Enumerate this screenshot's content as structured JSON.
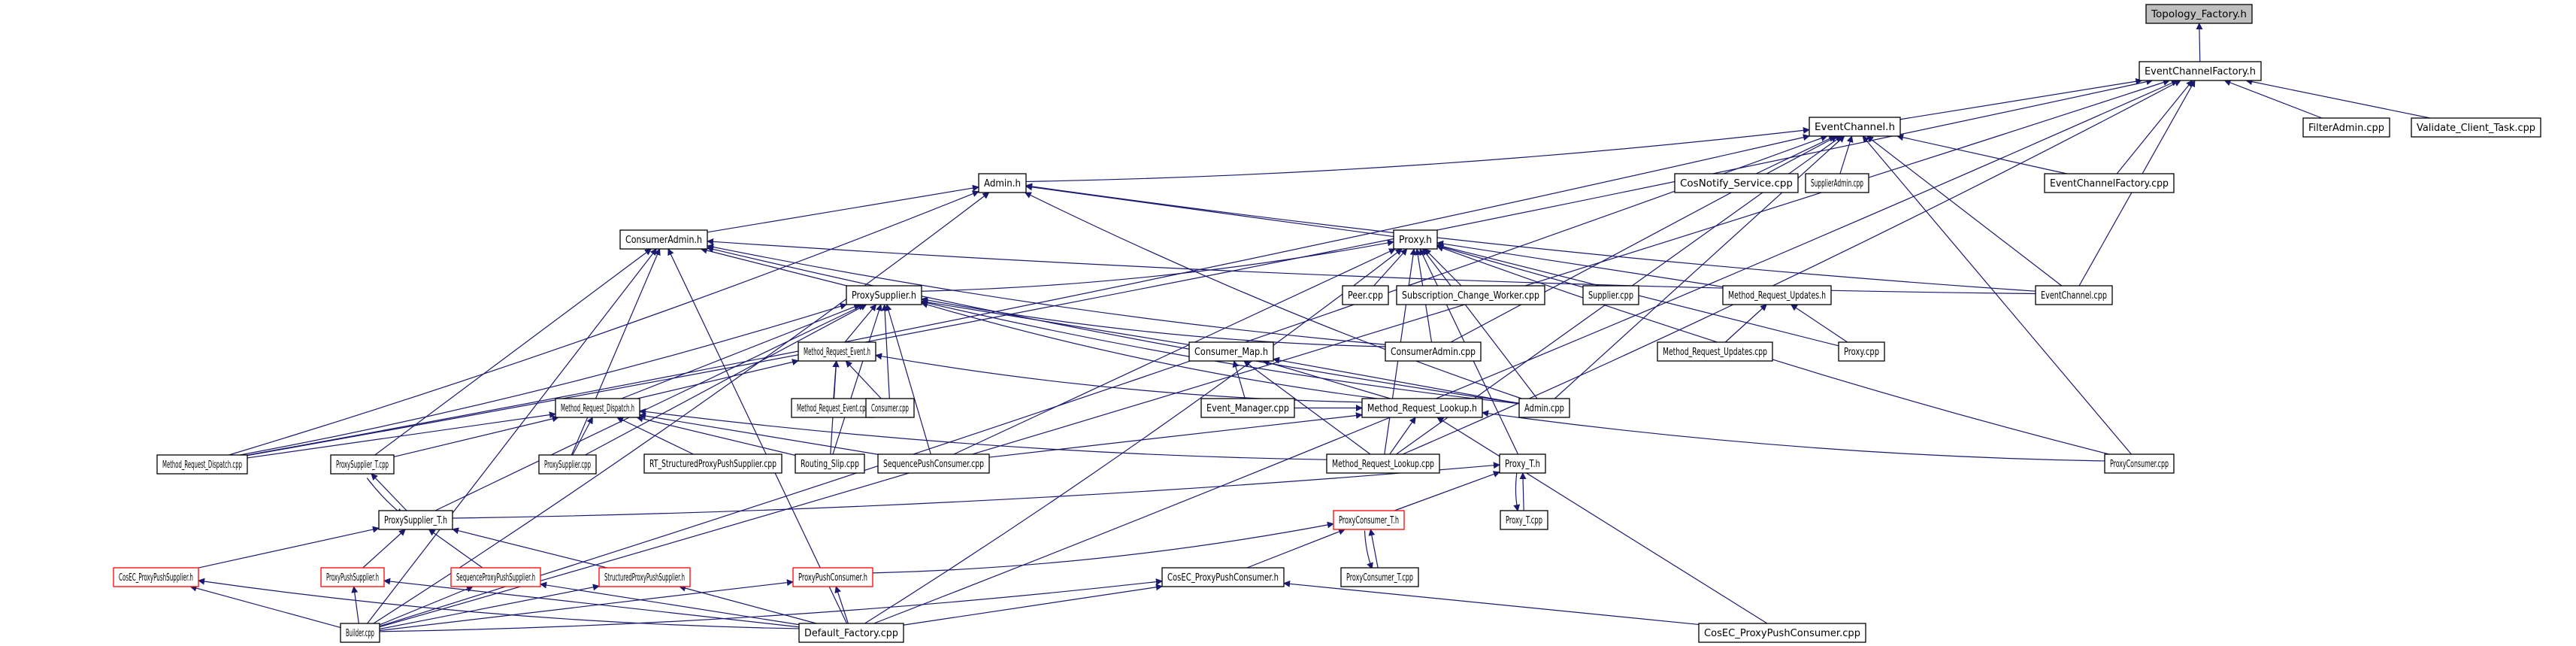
{
  "diagram": {
    "type": "include-dependency-graph",
    "edge_color": "#191970",
    "highlight_border_color": "#ff0000",
    "root_fill_color": "#bfbfbf",
    "nodes": [
      {
        "id": "topology_factory_h",
        "label": "Topology_Factory.h",
        "style": "root"
      },
      {
        "id": "eventchannelfactory_h",
        "label": "EventChannelFactory.h"
      },
      {
        "id": "eventchannel_h",
        "label": "EventChannel.h"
      },
      {
        "id": "filteradmin_cpp",
        "label": "FilterAdmin.cpp"
      },
      {
        "id": "validate_client_task_cpp",
        "label": "Validate_Client_Task.cpp"
      },
      {
        "id": "admin_h",
        "label": "Admin.h"
      },
      {
        "id": "cosnotify_service_cpp",
        "label": "CosNotify_Service.cpp"
      },
      {
        "id": "supplieradmin_cpp",
        "label": "SupplierAdmin.cpp"
      },
      {
        "id": "eventchannelfactory_cpp",
        "label": "EventChannelFactory.cpp"
      },
      {
        "id": "consumeradmin_h",
        "label": "ConsumerAdmin.h"
      },
      {
        "id": "proxy_h",
        "label": "Proxy.h"
      },
      {
        "id": "peer_cpp",
        "label": "Peer.cpp"
      },
      {
        "id": "subscription_change_worker_cpp",
        "label": "Subscription_Change_Worker.cpp"
      },
      {
        "id": "supplier_cpp",
        "label": "Supplier.cpp"
      },
      {
        "id": "method_request_updates_h",
        "label": "Method_Request_Updates.h"
      },
      {
        "id": "eventchannel_cpp",
        "label": "EventChannel.cpp"
      },
      {
        "id": "proxysupplier_h",
        "label": "ProxySupplier.h"
      },
      {
        "id": "consumeradmin_cpp",
        "label": "ConsumerAdmin.cpp"
      },
      {
        "id": "method_request_updates_cpp",
        "label": "Method_Request_Updates.cpp"
      },
      {
        "id": "proxy_cpp",
        "label": "Proxy.cpp"
      },
      {
        "id": "method_request_event_h",
        "label": "Method_Request_Event.h"
      },
      {
        "id": "consumer_map_h",
        "label": "Consumer_Map.h"
      },
      {
        "id": "method_request_event_cpp",
        "label": "Method_Request_Event.cpp"
      },
      {
        "id": "consumer_cpp",
        "label": "Consumer.cpp"
      },
      {
        "id": "event_manager_cpp",
        "label": "Event_Manager.cpp"
      },
      {
        "id": "admin_cpp",
        "label": "Admin.cpp"
      },
      {
        "id": "method_request_dispatch_h",
        "label": "Method_Request_Dispatch.h"
      },
      {
        "id": "method_request_lookup_h",
        "label": "Method_Request_Lookup.h"
      },
      {
        "id": "method_request_dispatch_cpp",
        "label": "Method_Request_Dispatch.cpp"
      },
      {
        "id": "proxysupplier_t_cpp",
        "label": "ProxySupplier_T.cpp"
      },
      {
        "id": "proxysupplier_cpp",
        "label": "ProxySupplier.cpp"
      },
      {
        "id": "rt_structuredproxypushsupplier_cpp",
        "label": "RT_StructuredProxyPushSupplier.cpp"
      },
      {
        "id": "routing_slip_cpp",
        "label": "Routing_Slip.cpp"
      },
      {
        "id": "sequencepushconsumer_cpp",
        "label": "SequencePushConsumer.cpp"
      },
      {
        "id": "method_request_lookup_cpp",
        "label": "Method_Request_Lookup.cpp"
      },
      {
        "id": "proxy_t_h",
        "label": "Proxy_T.h"
      },
      {
        "id": "proxyconsumer_cpp",
        "label": "ProxyConsumer.cpp"
      },
      {
        "id": "proxysupplier_t_h",
        "label": "ProxySupplier_T.h"
      },
      {
        "id": "proxyconsumer_t_h",
        "label": "ProxyConsumer_T.h",
        "style": "red"
      },
      {
        "id": "proxy_t_cpp",
        "label": "Proxy_T.cpp"
      },
      {
        "id": "cosec_proxypushsupplier_h",
        "label": "CosEC_ProxyPushSupplier.h",
        "style": "red"
      },
      {
        "id": "proxypushsupplier_h",
        "label": "ProxyPushSupplier.h",
        "style": "red"
      },
      {
        "id": "sequenceproxypushsupplier_h",
        "label": "SequenceProxyPushSupplier.h",
        "style": "red"
      },
      {
        "id": "structuredproxypushsupplier_h",
        "label": "StructuredProxyPushSupplier.h",
        "style": "red"
      },
      {
        "id": "proxypushconsumer_h",
        "label": "ProxyPushConsumer.h",
        "style": "red"
      },
      {
        "id": "cosec_proxypushconsumer_h",
        "label": "CosEC_ProxyPushConsumer.h"
      },
      {
        "id": "proxyconsumer_t_cpp",
        "label": "ProxyConsumer_T.cpp"
      },
      {
        "id": "builder_cpp",
        "label": "Builder.cpp"
      },
      {
        "id": "default_factory_cpp",
        "label": "Default_Factory.cpp"
      },
      {
        "id": "cosec_proxypushconsumer_cpp",
        "label": "CosEC_ProxyPushConsumer.cpp"
      }
    ],
    "edges": [
      [
        "eventchannelfactory_h",
        "topology_factory_h"
      ],
      [
        "eventchannel_h",
        "eventchannelfactory_h"
      ],
      [
        "filteradmin_cpp",
        "eventchannelfactory_h"
      ],
      [
        "validate_client_task_cpp",
        "eventchannelfactory_h"
      ],
      [
        "eventchannelfactory_cpp",
        "eventchannelfactory_h"
      ],
      [
        "eventchannel_cpp",
        "eventchannelfactory_h"
      ],
      [
        "builder_cpp",
        "eventchannelfactory_h"
      ],
      [
        "default_factory_cpp",
        "eventchannelfactory_h"
      ],
      [
        "method_request_lookup_cpp",
        "eventchannelfactory_h"
      ],
      [
        "method_request_dispatch_cpp",
        "eventchannelfactory_h"
      ],
      [
        "admin_h",
        "eventchannel_h"
      ],
      [
        "cosnotify_service_cpp",
        "eventchannel_h"
      ],
      [
        "supplieradmin_cpp",
        "eventchannel_h"
      ],
      [
        "eventchannelfactory_cpp",
        "eventchannel_h"
      ],
      [
        "eventchannel_cpp",
        "eventchannel_h"
      ],
      [
        "proxyconsumer_cpp",
        "eventchannel_h"
      ],
      [
        "consumeradmin_cpp",
        "eventchannel_h"
      ],
      [
        "admin_cpp",
        "eventchannel_h"
      ],
      [
        "method_request_lookup_cpp",
        "eventchannel_h"
      ],
      [
        "method_request_dispatch_cpp",
        "eventchannel_h"
      ],
      [
        "builder_cpp",
        "eventchannel_h"
      ],
      [
        "consumeradmin_h",
        "admin_h"
      ],
      [
        "proxy_h",
        "admin_h"
      ],
      [
        "admin_cpp",
        "admin_h"
      ],
      [
        "eventchannel_cpp",
        "admin_h"
      ],
      [
        "builder_cpp",
        "admin_h"
      ],
      [
        "method_request_dispatch_cpp",
        "admin_h"
      ],
      [
        "proxysupplier_h",
        "consumeradmin_h"
      ],
      [
        "consumeradmin_cpp",
        "consumeradmin_h"
      ],
      [
        "eventchannel_cpp",
        "consumeradmin_h"
      ],
      [
        "admin_cpp",
        "consumeradmin_h"
      ],
      [
        "proxysupplier_cpp",
        "consumeradmin_h"
      ],
      [
        "proxysupplier_t_cpp",
        "consumeradmin_h"
      ],
      [
        "builder_cpp",
        "consumeradmin_h"
      ],
      [
        "default_factory_cpp",
        "consumeradmin_h"
      ],
      [
        "peer_cpp",
        "proxy_h"
      ],
      [
        "subscription_change_worker_cpp",
        "proxy_h"
      ],
      [
        "supplier_cpp",
        "proxy_h"
      ],
      [
        "method_request_updates_h",
        "proxy_h"
      ],
      [
        "proxy_cpp",
        "proxy_h"
      ],
      [
        "proxysupplier_h",
        "proxy_h"
      ],
      [
        "consumeradmin_cpp",
        "proxy_h"
      ],
      [
        "admin_cpp",
        "proxy_h"
      ],
      [
        "proxy_t_h",
        "proxy_h"
      ],
      [
        "proxyconsumer_cpp",
        "proxy_h"
      ],
      [
        "sequencepushconsumer_cpp",
        "proxy_h"
      ],
      [
        "method_request_lookup_cpp",
        "proxy_h"
      ],
      [
        "default_factory_cpp",
        "proxy_h"
      ],
      [
        "method_request_updates_cpp",
        "method_request_updates_h"
      ],
      [
        "proxy_cpp",
        "method_request_updates_h"
      ],
      [
        "method_request_event_h",
        "proxysupplier_h"
      ],
      [
        "consumer_cpp",
        "proxysupplier_h"
      ],
      [
        "consumer_map_h",
        "proxysupplier_h"
      ],
      [
        "consumeradmin_cpp",
        "proxysupplier_h"
      ],
      [
        "admin_cpp",
        "proxysupplier_h"
      ],
      [
        "method_request_dispatch_h",
        "proxysupplier_h"
      ],
      [
        "method_request_lookup_h",
        "proxysupplier_h"
      ],
      [
        "proxysupplier_cpp",
        "proxysupplier_h"
      ],
      [
        "sequencepushconsumer_cpp",
        "proxysupplier_h"
      ],
      [
        "method_request_dispatch_cpp",
        "proxysupplier_h"
      ],
      [
        "proxysupplier_t_h",
        "proxysupplier_h"
      ],
      [
        "routing_slip_cpp",
        "proxysupplier_h"
      ],
      [
        "method_request_event_cpp",
        "method_request_event_h"
      ],
      [
        "consumer_cpp",
        "method_request_event_h"
      ],
      [
        "method_request_dispatch_h",
        "method_request_event_h"
      ],
      [
        "method_request_lookup_h",
        "method_request_event_h"
      ],
      [
        "routing_slip_cpp",
        "method_request_event_h"
      ],
      [
        "event_manager_cpp",
        "consumer_map_h"
      ],
      [
        "method_request_lookup_h",
        "consumer_map_h"
      ],
      [
        "admin_cpp",
        "consumer_map_h"
      ],
      [
        "method_request_lookup_cpp",
        "consumer_map_h"
      ],
      [
        "method_request_dispatch_cpp",
        "method_request_dispatch_h"
      ],
      [
        "proxysupplier_t_cpp",
        "method_request_dispatch_h"
      ],
      [
        "proxysupplier_cpp",
        "method_request_dispatch_h"
      ],
      [
        "rt_structuredproxypushsupplier_cpp",
        "method_request_dispatch_h"
      ],
      [
        "routing_slip_cpp",
        "method_request_dispatch_h"
      ],
      [
        "sequencepushconsumer_cpp",
        "method_request_dispatch_h"
      ],
      [
        "method_request_lookup_cpp",
        "method_request_dispatch_h"
      ],
      [
        "method_request_lookup_cpp",
        "method_request_lookup_h"
      ],
      [
        "event_manager_cpp",
        "method_request_lookup_h"
      ],
      [
        "proxyconsumer_cpp",
        "method_request_lookup_h"
      ],
      [
        "cosec_proxypushconsumer_cpp",
        "method_request_lookup_h"
      ],
      [
        "sequencepushconsumer_cpp",
        "method_request_lookup_h"
      ],
      [
        "proxysupplier_t_h",
        "proxysupplier_t_cpp"
      ],
      [
        "proxysupplier_t_cpp",
        "proxysupplier_t_h"
      ],
      [
        "cosec_proxypushsupplier_h",
        "proxysupplier_t_h"
      ],
      [
        "proxypushsupplier_h",
        "proxysupplier_t_h"
      ],
      [
        "sequenceproxypushsupplier_h",
        "proxysupplier_t_h"
      ],
      [
        "structuredproxypushsupplier_h",
        "proxysupplier_t_h"
      ],
      [
        "proxysupplier_t_h",
        "proxy_t_h"
      ],
      [
        "proxyconsumer_t_h",
        "proxy_t_h"
      ],
      [
        "proxy_t_cpp",
        "proxy_t_h"
      ],
      [
        "proxy_t_h",
        "proxy_t_cpp"
      ],
      [
        "proxyconsumer_t_cpp",
        "proxyconsumer_t_h"
      ],
      [
        "proxyconsumer_t_h",
        "proxyconsumer_t_cpp"
      ],
      [
        "proxypushconsumer_h",
        "proxyconsumer_t_h"
      ],
      [
        "cosec_proxypushconsumer_h",
        "proxyconsumer_t_h"
      ],
      [
        "builder_cpp",
        "cosec_proxypushsupplier_h"
      ],
      [
        "default_factory_cpp",
        "cosec_proxypushsupplier_h"
      ],
      [
        "builder_cpp",
        "proxypushsupplier_h"
      ],
      [
        "default_factory_cpp",
        "proxypushsupplier_h"
      ],
      [
        "builder_cpp",
        "sequenceproxypushsupplier_h"
      ],
      [
        "default_factory_cpp",
        "sequenceproxypushsupplier_h"
      ],
      [
        "builder_cpp",
        "structuredproxypushsupplier_h"
      ],
      [
        "default_factory_cpp",
        "structuredproxypushsupplier_h"
      ],
      [
        "builder_cpp",
        "proxypushconsumer_h"
      ],
      [
        "default_factory_cpp",
        "proxypushconsumer_h"
      ],
      [
        "builder_cpp",
        "cosec_proxypushconsumer_h"
      ],
      [
        "default_factory_cpp",
        "cosec_proxypushconsumer_h"
      ],
      [
        "cosec_proxypushconsumer_cpp",
        "cosec_proxypushconsumer_h"
      ]
    ]
  }
}
